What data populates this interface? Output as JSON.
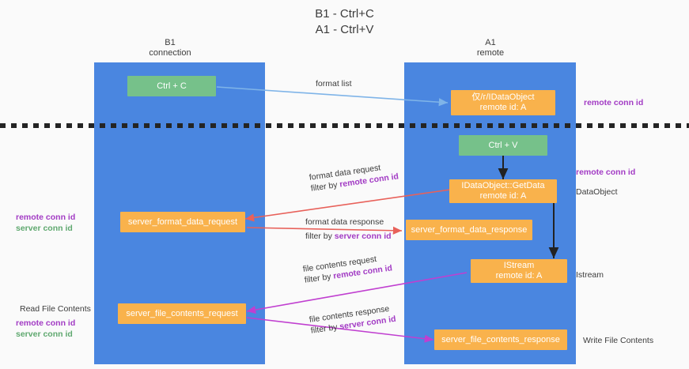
{
  "diagram": {
    "title": "B1 - Ctrl+C\nA1 - Ctrl+V",
    "colors": {
      "lane": "#4a86e0",
      "green_box": "#76c18a",
      "orange_box": "#f9b24c",
      "purple_text": "#a23bc4",
      "green_text": "#5fa86f",
      "blue_arrow": "#7fb4e8",
      "red_arrow": "#e8615a",
      "magenta_arrow": "#c03fd0",
      "black_arrow": "#222222",
      "background": "#fafafa"
    },
    "lanes": [
      {
        "id": "b1",
        "label": "B1\nconnection"
      },
      {
        "id": "a1",
        "label": "A1\nremote"
      }
    ],
    "boxes": [
      {
        "id": "ctrl-c",
        "label": "Ctrl + C",
        "color": "green"
      },
      {
        "id": "idataobject-remote",
        "label": "仅/г/IDataObject\nremote id: A",
        "color": "orange"
      },
      {
        "id": "ctrl-v",
        "label": "Ctrl + V",
        "color": "green"
      },
      {
        "id": "idataobject-getdata",
        "label": "IDataObject::GetData\nremote id: A",
        "color": "orange"
      },
      {
        "id": "server-format-data-request",
        "label": "server_format_data_request",
        "color": "orange"
      },
      {
        "id": "server-format-data-response",
        "label": "server_format_data_response",
        "color": "orange"
      },
      {
        "id": "istream",
        "label": "IStream\nremote id: A",
        "color": "orange"
      },
      {
        "id": "server-file-contents-request",
        "label": "server_file_contents_request",
        "color": "orange"
      },
      {
        "id": "server-file-contents-response",
        "label": "server_file_contents_response",
        "color": "orange"
      }
    ],
    "flow_labels": [
      {
        "id": "format-list",
        "line1": "format list",
        "line2": "",
        "key2": ""
      },
      {
        "id": "format-data-request",
        "line1": "format data request",
        "line2": "filter by ",
        "key2": "remote conn id"
      },
      {
        "id": "format-data-response",
        "line1": "format data response",
        "line2": "filter by ",
        "key2": "server conn id"
      },
      {
        "id": "file-contents-request",
        "line1": "file contents request",
        "line2": "filter by ",
        "key2": "remote conn id"
      },
      {
        "id": "file-contents-response",
        "line1": "file contents response",
        "line2": "filter by ",
        "key2": "server conn id"
      }
    ],
    "left_annotations": [
      {
        "id": "mid-left",
        "line1": "remote conn id",
        "line2": "server conn id",
        "heading": ""
      },
      {
        "id": "bottom-left",
        "heading": "Read File Contents",
        "line1": "remote conn id",
        "line2": "server conn id"
      }
    ],
    "right_annotations": [
      {
        "id": "top-right",
        "text": "remote conn id",
        "style": "purple"
      },
      {
        "id": "mid-right-1",
        "text": "remote conn id",
        "style": "purple"
      },
      {
        "id": "mid-right-2",
        "text": "DataObject",
        "style": "plain"
      },
      {
        "id": "istream-right",
        "text": "Istream",
        "style": "plain"
      },
      {
        "id": "write-right",
        "text": "Write File Contents",
        "style": "plain"
      }
    ]
  }
}
